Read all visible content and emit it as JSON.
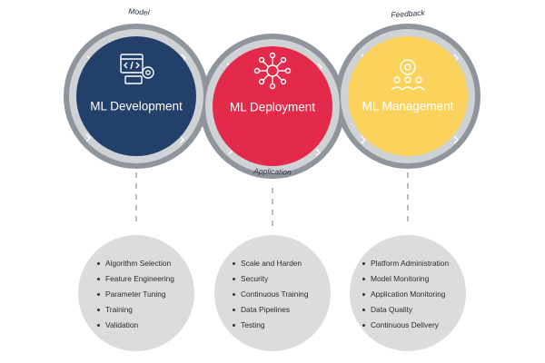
{
  "stages": [
    {
      "title": "ML Development",
      "color": "#22406a",
      "icon": "code-gear-icon",
      "items": [
        "Algorithm Selection",
        "Feature Engineering",
        "Parameter Tuning",
        "Training",
        "Validation"
      ]
    },
    {
      "title": "ML Deployment",
      "color": "#e32a4b",
      "icon": "network-hub-icon",
      "items": [
        "Scale and Harden",
        "Security",
        "Continuous Training",
        "Data Pipelines",
        "Testing"
      ]
    },
    {
      "title": "ML Management",
      "color": "#fbd35c",
      "icon": "team-gear-icon",
      "items": [
        "Platform Administration",
        "Model Monitoring",
        "Application Monitoring",
        "Data Quality",
        "Continuous Delivery"
      ]
    }
  ],
  "ring_labels": {
    "model": "Model",
    "application": "Application",
    "feedback": "Feedback"
  },
  "colors": {
    "ring": "#8e959d",
    "ring_light": "#d0d3d6",
    "panel": "#dcdcdc",
    "connector": "#bdbdbd"
  }
}
